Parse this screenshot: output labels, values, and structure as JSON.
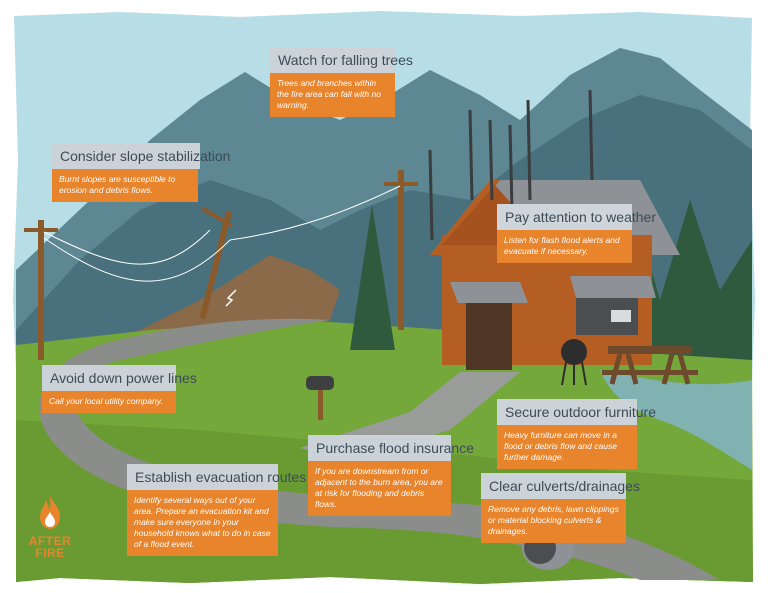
{
  "colors": {
    "sky": "#b7dde6",
    "mountain": "#48707d",
    "grass": "#74a83a",
    "road": "#8a8d8a",
    "cabin": "#b55e24",
    "roof": "#8e9296",
    "callout_title_bg": "#ccd3d8",
    "callout_body_bg": "#e8842c",
    "callout_title_text": "#3d4b57"
  },
  "logo": {
    "text_line1": "AFTER",
    "text_line2": "FIRE",
    "icon": "flame-icon"
  },
  "callouts": {
    "falling_trees": {
      "title": "Watch for falling trees",
      "body": "Trees and branches within the fire area can fall with no warning."
    },
    "slope": {
      "title": "Consider slope stabilization",
      "body": "Burnt slopes are susceptible to erosion and debris flows."
    },
    "weather": {
      "title": "Pay attention to weather",
      "body": "Listen for flash flood alerts and evacuate if necessary."
    },
    "power_lines": {
      "title": "Avoid down power lines",
      "body": "Call your local utility company."
    },
    "furniture": {
      "title": "Secure outdoor furniture",
      "body": "Heavy furniture can move in a flood or debris flow and cause further damage."
    },
    "insurance": {
      "title": "Purchase flood insurance",
      "body": "If you are downstream from or adjacent to the burn area, you are at risk for flooding and debris flows."
    },
    "evacuation": {
      "title": "Establish evacuation routes",
      "body": "Identify several ways out of your area. Prepare an evacuation kit and make sure everyone in your household knows what to do in case of a flood event."
    },
    "culverts": {
      "title": "Clear culverts/drainages",
      "body": "Remove any debris, lawn clippings or material blocking culverts & drainages."
    }
  }
}
